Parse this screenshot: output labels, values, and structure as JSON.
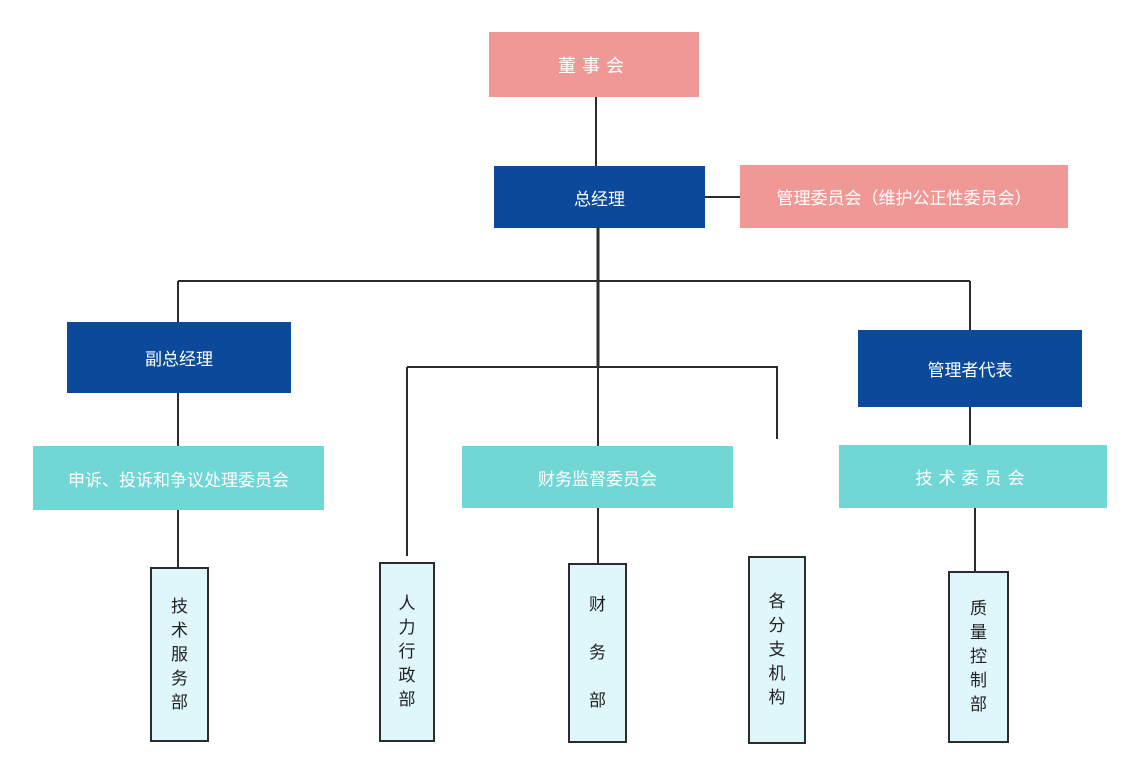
{
  "board": "董事会",
  "gm": "总经理",
  "mgmt_committee": "管理委员会（维护公正性委员会）",
  "deputy_gm": "副总经理",
  "mgmt_rep": "管理者代表",
  "complaint_committee": "申诉、投诉和争议处理委员会",
  "finance_committee": "财务监督委员会",
  "tech_committee": "技术委员会",
  "departments": {
    "tech_service": "技\n术\n服\n务\n部",
    "hr_admin": "人\n力\n行\n政\n部",
    "finance": "财\n\n务\n\n部",
    "branches": "各\n分\n支\n机\n构",
    "quality": "质\n量\n控\n制\n部"
  },
  "colors": {
    "pink": "#f09896",
    "navy": "#0b4a9b",
    "teal": "#71d7d5",
    "dept_fill": "#dff6fb",
    "line": "#2c2c2c"
  }
}
